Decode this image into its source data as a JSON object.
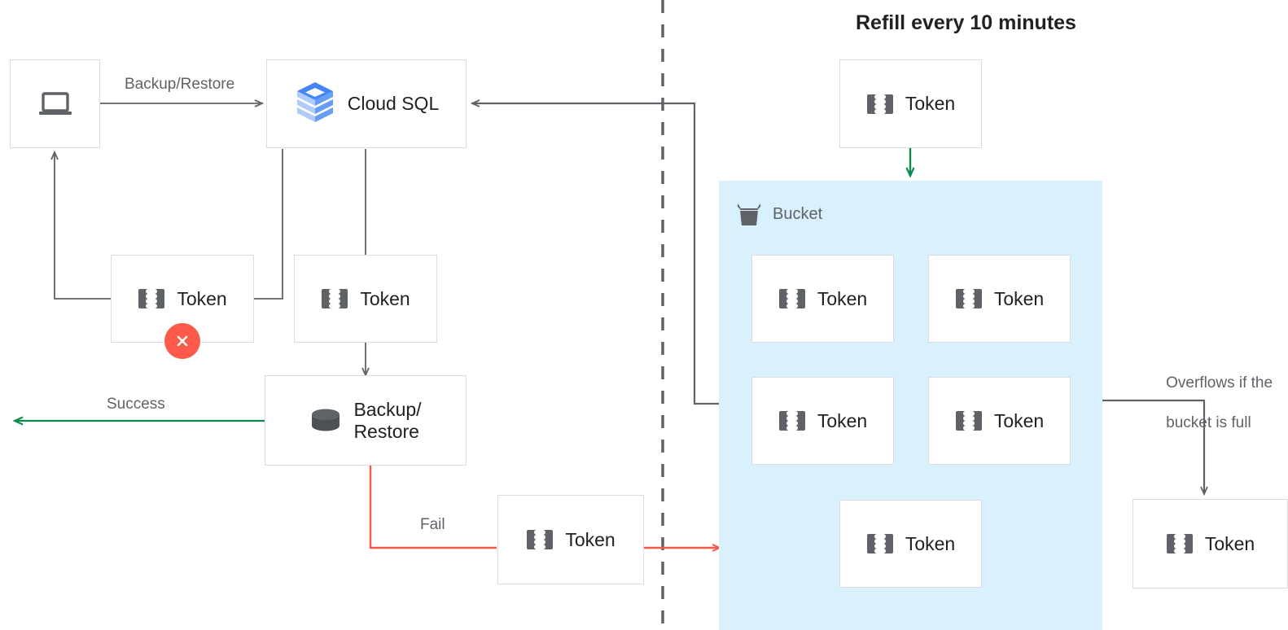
{
  "title": "Refill every 10 minutes",
  "colors": {
    "wire": "#5f6368",
    "success": "#0b8a4b",
    "fail": "#f4594b",
    "bucket_bg": "#d9f0fd",
    "token_icon": "#5f6368",
    "box_border": "#dadce0",
    "error_badge": "#fb5a4b",
    "cloudsql_blue_dark": "#4285f4",
    "cloudsql_blue_mid": "#669df6",
    "cloudsql_blue_light": "#aecbfa"
  },
  "nodes": {
    "client": {
      "label": "",
      "icon": "laptop-icon"
    },
    "cloudsql": {
      "label": "Cloud SQL",
      "icon": "cloud-sql-icon"
    },
    "token_left": {
      "label": "Token",
      "icon": "token-icon"
    },
    "token_mid": {
      "label": "Token",
      "icon": "token-icon"
    },
    "backup_restore": {
      "label": "Backup/\nRestore",
      "line1": "Backup/",
      "line2": "Restore",
      "icon": "database-icon"
    },
    "token_fail": {
      "label": "Token",
      "icon": "token-icon"
    },
    "token_refill": {
      "label": "Token",
      "icon": "token-icon"
    },
    "token_overflow": {
      "label": "Token",
      "icon": "token-icon"
    },
    "bucket": {
      "label": "Bucket",
      "icon": "bucket-icon"
    },
    "bucket_tokens": [
      {
        "label": "Token",
        "icon": "token-icon"
      },
      {
        "label": "Token",
        "icon": "token-icon"
      },
      {
        "label": "Token",
        "icon": "token-icon"
      },
      {
        "label": "Token",
        "icon": "token-icon"
      },
      {
        "label": "Token",
        "icon": "token-icon"
      }
    ]
  },
  "edges": {
    "backup_restore_label": "Backup/Restore",
    "success_label": "Success",
    "fail_label": "Fail",
    "overflow_label_line1": "Overflows if the",
    "overflow_label_line2": "bucket is full"
  }
}
